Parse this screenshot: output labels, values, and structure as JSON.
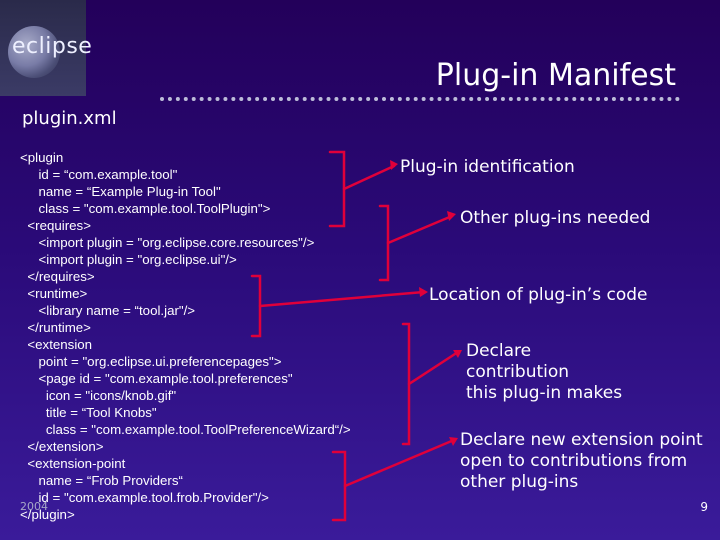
{
  "logo": {
    "text": "eclipse"
  },
  "title": "Plug-in Manifest",
  "subtitle": "plugin.xml",
  "code_lines": [
    "<plugin",
    "     id = “com.example.tool\"",
    "     name = “Example Plug-in Tool\"",
    "     class = \"com.example.tool.ToolPlugin\">",
    "  <requires>",
    "     <import plugin = \"org.eclipse.core.resources\"/>",
    "     <import plugin = \"org.eclipse.ui\"/>",
    "  </requires>",
    "  <runtime>",
    "     <library name = “tool.jar\"/>",
    "  </runtime>",
    "  <extension",
    "     point = \"org.eclipse.ui.preferencepages\">",
    "     <page id = \"com.example.tool.preferences\"",
    "       icon = \"icons/knob.gif\"",
    "       title = “Tool Knobs\"",
    "       class = \"com.example.tool.ToolPreferenceWizard“/>",
    "  </extension>",
    "  <extension-point",
    "     name = “Frob Providers“",
    "     id = \"com.example.tool.frob.Provider\"/>",
    "</plugin>"
  ],
  "annotations": {
    "plugin_identification": "Plug-in identification",
    "other_plugins_needed": "Other plug-ins needed",
    "code_location": "Location of plug-in’s code",
    "declare_contribution": [
      "Declare",
      "contribution",
      "this plug-in makes"
    ],
    "declare_extension_point": [
      "Declare new extension point",
      "open to contributions from",
      "other plug-ins"
    ]
  },
  "footer": {
    "left": "2004",
    "page_number": "9"
  },
  "colors": {
    "bracket": "#e0003a",
    "background_top": "#23005a",
    "background_bottom": "#3a1b9a"
  }
}
